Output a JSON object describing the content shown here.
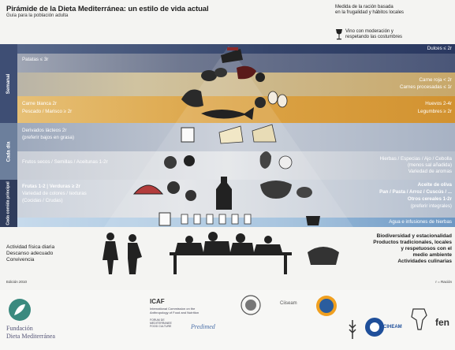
{
  "header": {
    "title": "Pirámide de la Dieta Mediterránea: un estilo de vida actual",
    "subtitle": "Guía para la población adulta"
  },
  "legend": {
    "portion_note": "Medida de la ración basada\nen la frugalidad y hábitos locales",
    "wine_note": "Vino con moderación y\nrespetando las costumbres"
  },
  "side_labels": {
    "weekly": "Semanal",
    "daily": "Cada día",
    "every_meal": "Cada comida principal"
  },
  "levels": {
    "sweets": "Dulces ≤ 2r",
    "potatoes": "Patatas ≤ 3r",
    "red_meat": "Carne roja < 2r",
    "processed_meat": "Carnes procesadas ≤ 1r",
    "white_meat": "Carne blanca 2r",
    "fish": "Pescado / Marisco ≥ 2r",
    "eggs": "Huevos 2-4r",
    "legumes": "Legumbres ≥ 2r",
    "dairy": "Derivados lácteos 2r",
    "dairy_note": "(preferir bajos en grasa)",
    "nuts": "Frutos secos / Semillas / Aceitunas 1-2r",
    "herbs": "Hierbas / Especias / Ajo / Cebolla",
    "herbs_note": "(menos sal añadida)",
    "herbs_note2": "Variedad de aromas",
    "fruits_veg": "Frutas 1-2 | Verduras ≥ 2r",
    "colors": "Variedad de colores / texturas",
    "cooked": "(Cocidas / Crudas)",
    "olive_oil": "Aceite de oliva",
    "cereals": "Pan / Pasta / Arroz / Cuscús / ...",
    "cereals2": "Otros cereales 1-2r",
    "cereals3": "(preferir integrales)",
    "water": "Agua e infusiones de hierbas"
  },
  "bottom": {
    "left1": "Actividad física diaria",
    "left2": "Descanso adecuado",
    "left3": "Convivencia",
    "right1": "Biodiversidad y estacionalidad",
    "right2": "Productos tradicionales, locales",
    "right3": "y respetuosos con el",
    "right4": "medio ambiente",
    "right5": "Actividades culinarias",
    "edition": "Edición 2010",
    "ration": "r = Ración"
  },
  "logos": {
    "foundation1": "Fundación",
    "foundation2": "Dieta Mediterránea",
    "icaf": "ICAF",
    "icaf_sub": "International Commission on the\nAnthropology of Food and Nutrition",
    "forum": "FORUM DE\nMEDITERRANEE\nFOOD CULTURE",
    "predimed": "Predimed",
    "ciiseam": "Ciiseam",
    "ciheam": "CIHEAM",
    "fen": "fen"
  },
  "colors": {
    "weekly_band": "#3e4e74",
    "daily_band": "#6c7f9c",
    "meal_band": "#2f3c5c",
    "amber": "#d9a335",
    "blue_light": "#7fa4c9"
  }
}
